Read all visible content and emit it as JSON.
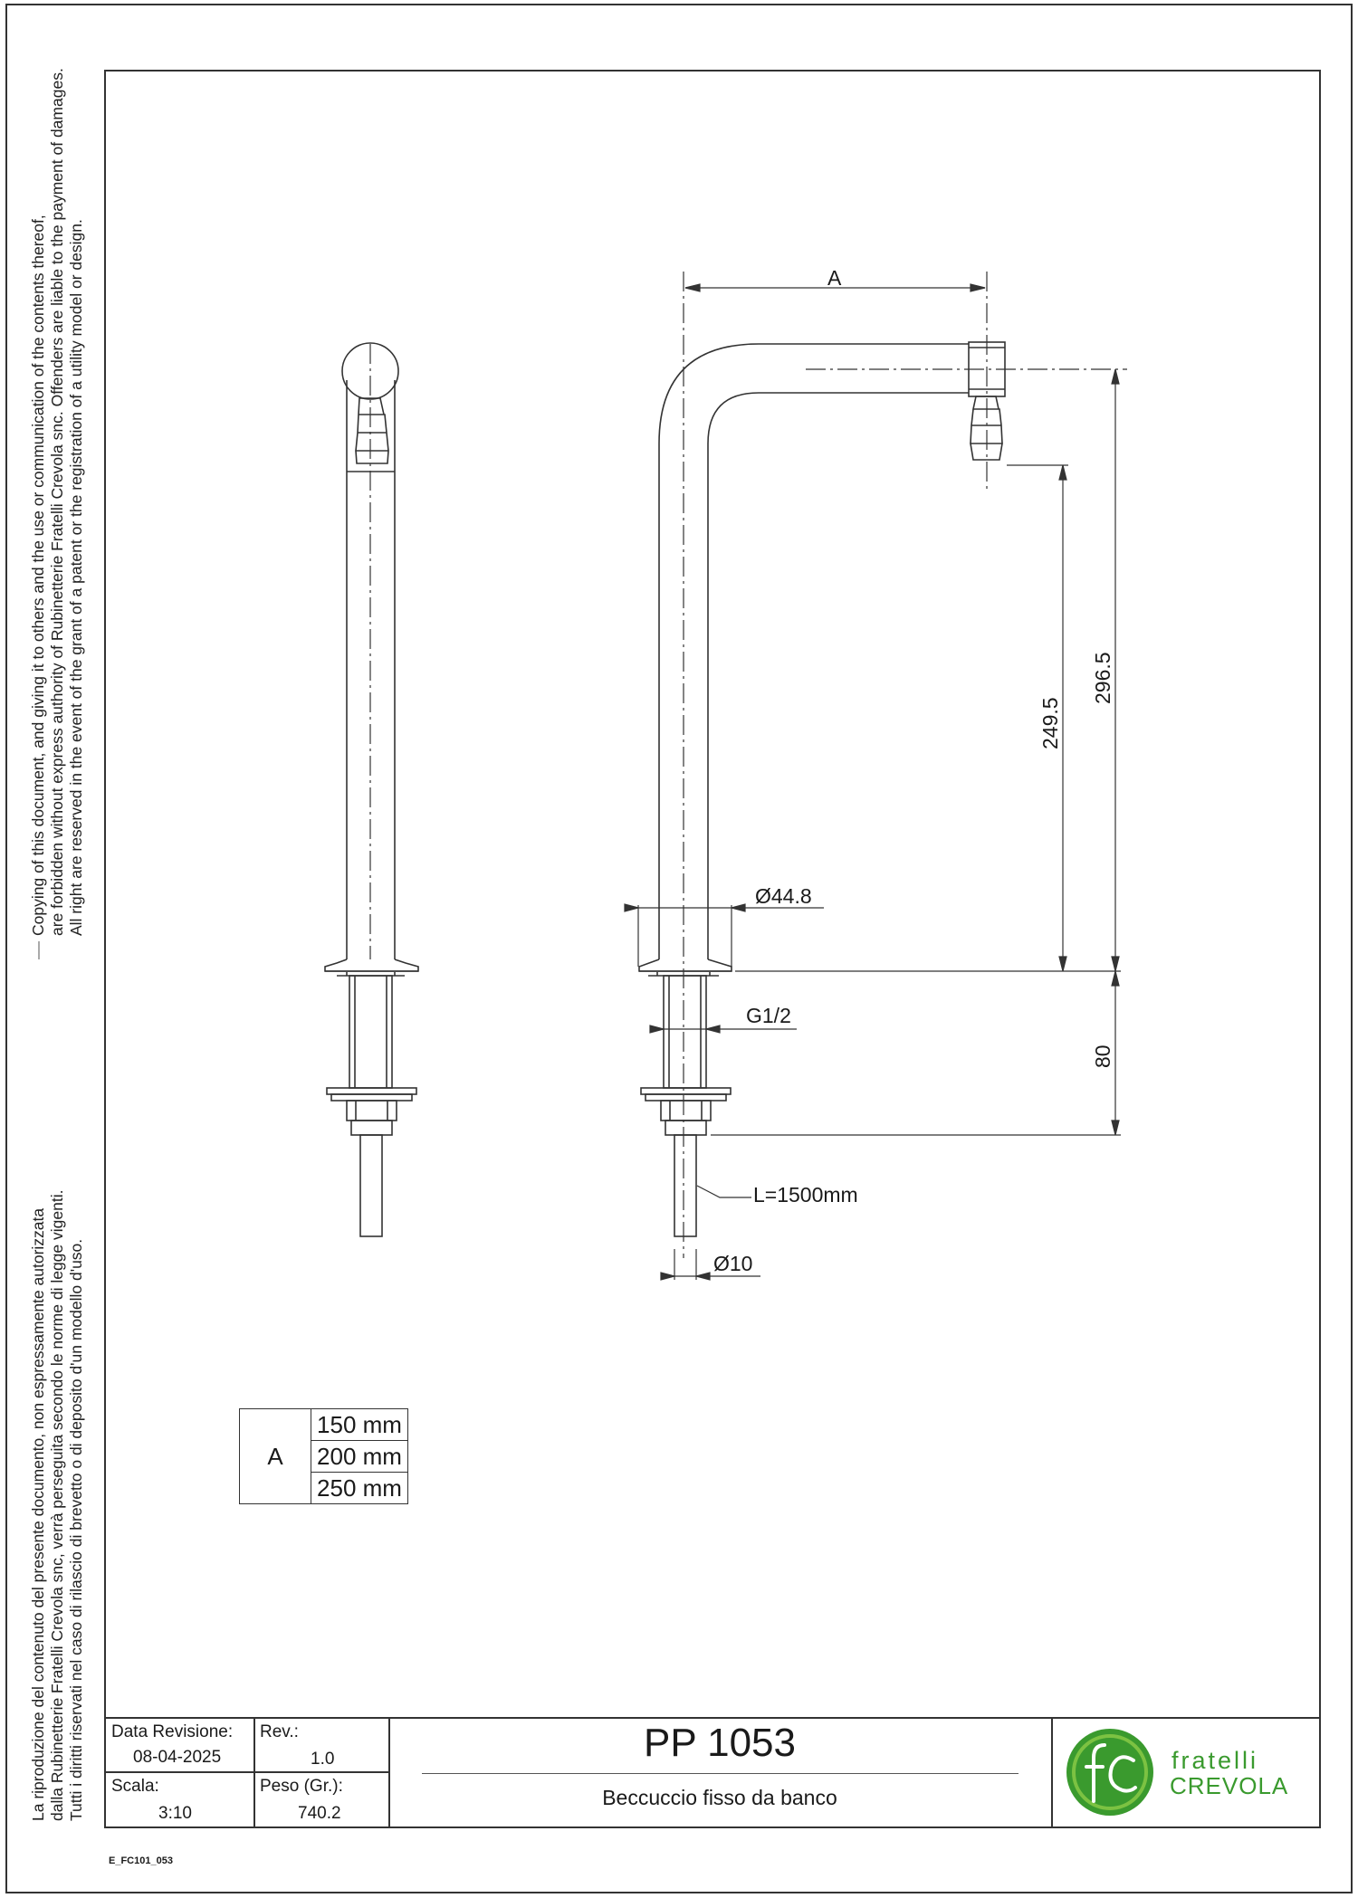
{
  "legal_en": [
    "Copying of this document, and giving it to others and the use or communication of the contents thereof,",
    "are forbidden without express authority of Rubinetterie Fratelli Crevola snc. Offenders are liable to the payment of damages.",
    "All right are reserved in the event of the grant of a patent or the registration of a utility model or design."
  ],
  "legal_it": [
    "La riproduzione del contenuto del presente documento, non espressamente autorizzata",
    "dalla Rubinetterie Fratelli Crevola snc, verrà perseguita secondo le norme di legge vigenti.",
    "Tutti i diritti riservati nel caso di rilascio di brevetto o di deposito d'un modello d'uso."
  ],
  "dimensions": {
    "a": "A",
    "height_outlet": "249.5",
    "height_total": "296.5",
    "tube_diameter": "Ø44.8",
    "thread": "G1/2",
    "shank": "80",
    "hose": "L=1500mm",
    "hose_diameter": "Ø10"
  },
  "a_table": {
    "label": "A",
    "values": [
      "150 mm",
      "200 mm",
      "250 mm"
    ]
  },
  "title_block": {
    "revision_date_label": "Data Revisione:",
    "revision_date": "08-04-2025",
    "rev_label": "Rev.:",
    "rev": "1.0",
    "scale_label": "Scala:",
    "scale": "3:10",
    "weight_label": "Peso (Gr.):",
    "weight": "740.2",
    "product_code": "PP 1053",
    "product_name": "Beccuccio fisso da banco"
  },
  "logo": {
    "word1": "fratelli",
    "word2": "CREVOLA",
    "colors": {
      "green": "#3a9a2e",
      "light_green": "#7cc242"
    }
  },
  "doc_code": "E_FC101_053"
}
